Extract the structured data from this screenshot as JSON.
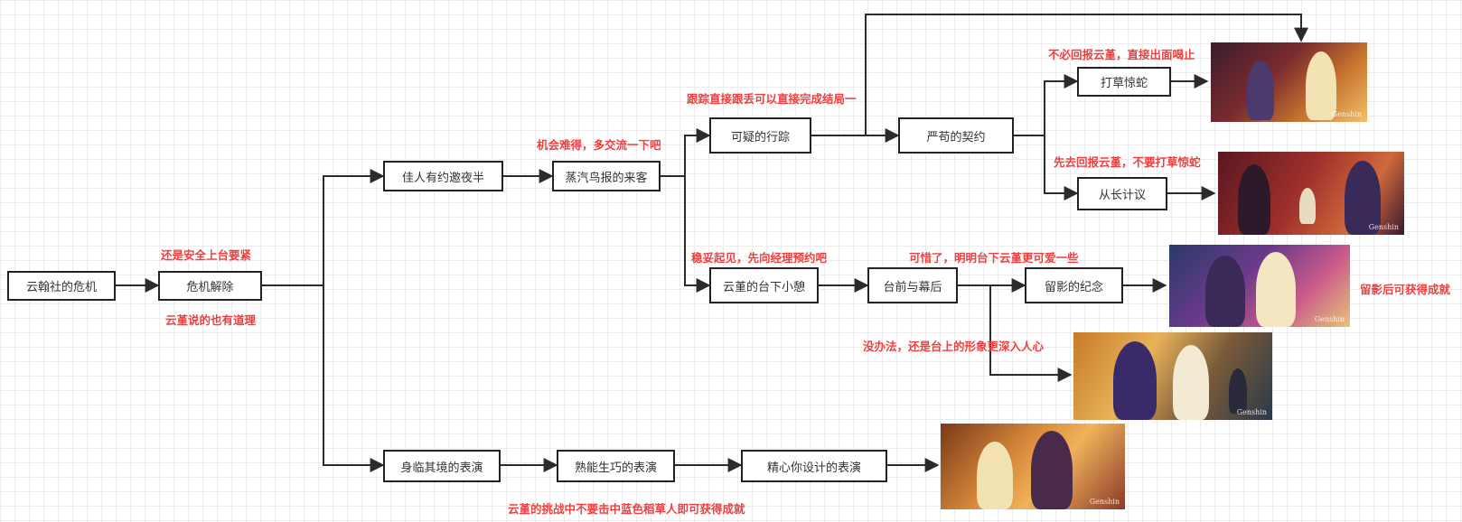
{
  "nodes": {
    "n1": "云翰社的危机",
    "n2": "危机解除",
    "n3": "佳人有约邀夜半",
    "n4": "蒸汽鸟报的来客",
    "n5": "可疑的行踪",
    "n6": "严苟的契约",
    "n7": "打草惊蛇",
    "n8": "从长计议",
    "n9": "云堇的台下小憩",
    "n10": "台前与幕后",
    "n11": "留影的纪念",
    "n12": "身临其境的表演",
    "n13": "熟能生巧的表演",
    "n14": "精心你设计的表演"
  },
  "notes": {
    "a1": "还是安全上台要紧",
    "a2": "云堇说的也有道理",
    "a3": "机会难得，多交流一下吧",
    "a4": "跟踪直接跟丢可以直接完成结局一",
    "a5": "不必回报云堇，直接出面喝止",
    "a6": "先去回报云堇，不要打草惊蛇",
    "a7": "稳妥起见，先向经理预约吧",
    "a8": "可惜了，明明台下云堇更可爱一些",
    "a9": "没办法，还是台上的形象更深入人心",
    "a10": "留影后可获得成就",
    "a11": "云堇的挑战中不要击中蓝色稻草人即可获得成就"
  },
  "colors": {
    "line": "#2b2b2b",
    "note": "#ee4040",
    "grid": "#ececec"
  }
}
